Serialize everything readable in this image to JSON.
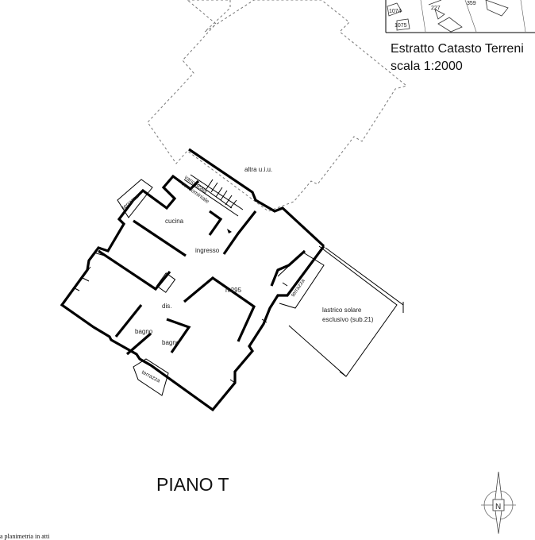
{
  "catasto": {
    "title_line1": "Estratto Catasto Terreni",
    "title_line2": "scala 1:2000",
    "parcels": [
      "1074",
      "227",
      "359",
      "1075"
    ]
  },
  "plan": {
    "floor_label": "PIANO T",
    "rooms": {
      "altra_ui": "altra u.i.u.",
      "vano_scala_1": "vano scala",
      "vano_scala_2": "condominiale",
      "cucina": "cucina",
      "ingresso": "ingresso",
      "height": "h.295",
      "dis": "dis.",
      "bagno_1": "bagno",
      "bagno_2": "bagno",
      "terrazza_nw": "terrazza",
      "terrazza_e": "terrazza",
      "terrazza_s": "terrazza",
      "lastrico_1": "lastrico solare",
      "lastrico_2": "esclusivo (sub.21)"
    },
    "north_label": "N"
  },
  "footer": {
    "note": "a planimetria in atti"
  }
}
